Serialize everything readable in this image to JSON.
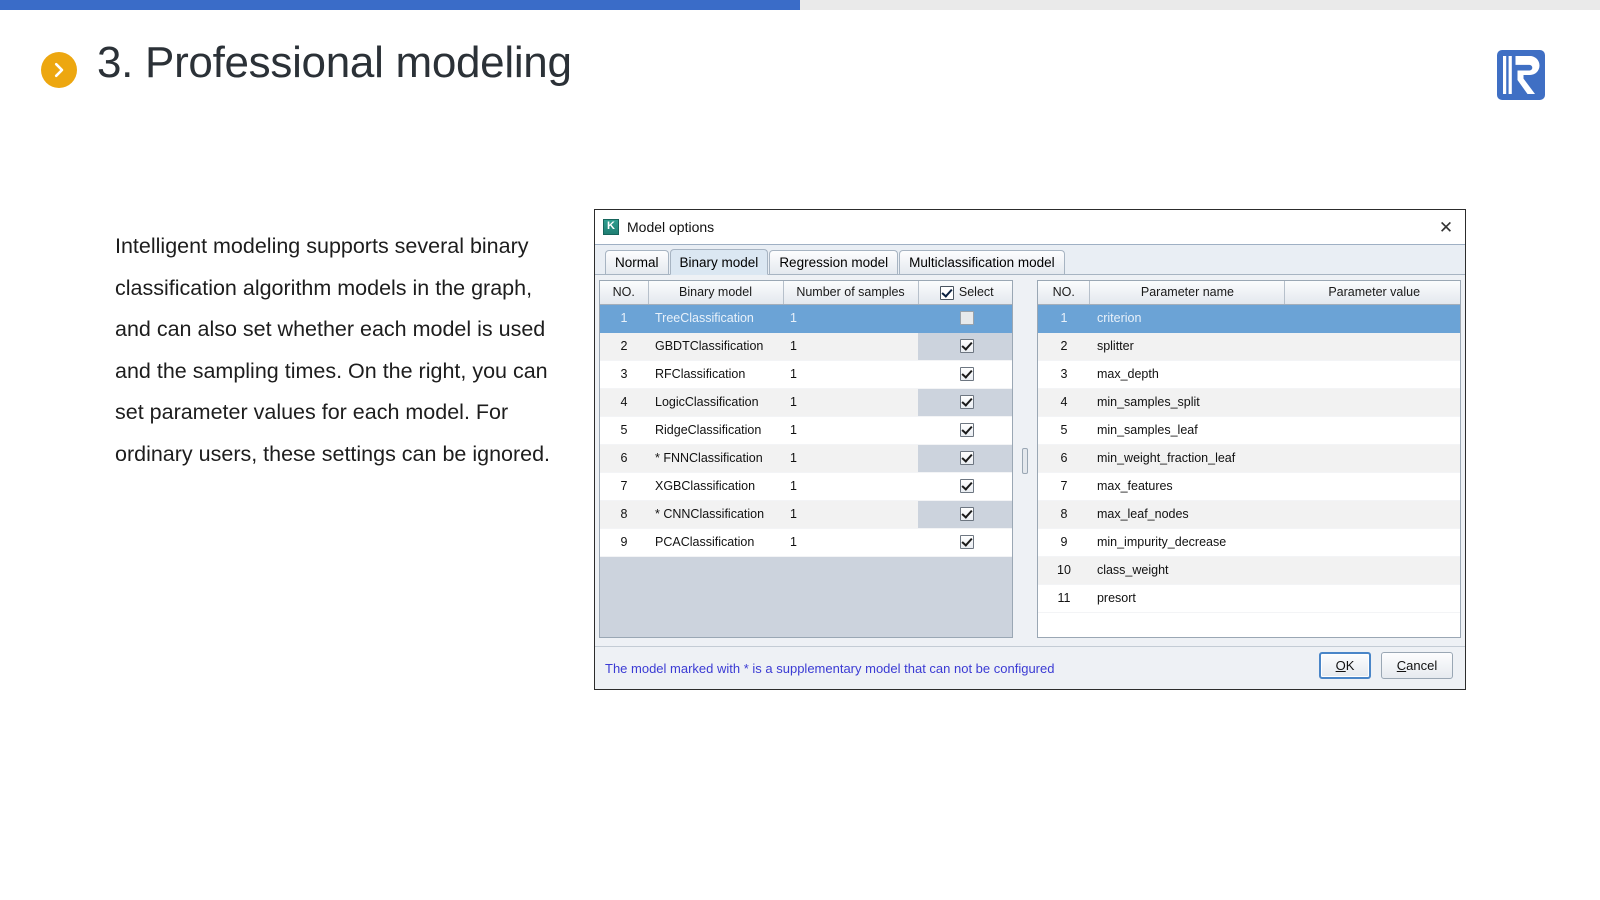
{
  "progress": {
    "percent": 50
  },
  "header": {
    "bullet_icon": "chevron-right-icon",
    "title": "3. Professional modeling",
    "logo_icon": "brand-r-logo",
    "accent_color": "#eda710",
    "brand_color": "#3a6cc8"
  },
  "body": {
    "paragraph": "Intelligent modeling supports several binary classification algorithm models in the graph, and can also set whether each model is used and the sampling times. On the right, you can set parameter values for each model. For ordinary users, these settings can be ignored."
  },
  "dialog": {
    "app_icon": "K",
    "app_icon_name": "kettle-app-icon",
    "title": "Model options",
    "close_icon": "close-icon",
    "close_glyph": "✕",
    "tabs": [
      {
        "label": "Normal",
        "active": false
      },
      {
        "label": "Binary model",
        "active": true
      },
      {
        "label": "Regression model",
        "active": false
      },
      {
        "label": "Multiclassification model",
        "active": false
      }
    ],
    "left_table": {
      "columns": [
        "NO.",
        "Binary model",
        "Number of samples",
        "Select"
      ],
      "select_header_checked": true,
      "rows": [
        {
          "no": "1",
          "model": "TreeClassification",
          "samples": "1",
          "selected": false,
          "highlighted": true
        },
        {
          "no": "2",
          "model": "GBDTClassification",
          "samples": "1",
          "selected": true,
          "highlighted": false
        },
        {
          "no": "3",
          "model": "RFClassification",
          "samples": "1",
          "selected": true,
          "highlighted": false
        },
        {
          "no": "4",
          "model": "LogicClassification",
          "samples": "1",
          "selected": true,
          "highlighted": false
        },
        {
          "no": "5",
          "model": "RidgeClassification",
          "samples": "1",
          "selected": true,
          "highlighted": false
        },
        {
          "no": "6",
          "model": "* FNNClassification",
          "samples": "1",
          "selected": true,
          "highlighted": false
        },
        {
          "no": "7",
          "model": "XGBClassification",
          "samples": "1",
          "selected": true,
          "highlighted": false
        },
        {
          "no": "8",
          "model": "* CNNClassification",
          "samples": "1",
          "selected": true,
          "highlighted": false
        },
        {
          "no": "9",
          "model": "PCAClassification",
          "samples": "1",
          "selected": true,
          "highlighted": false
        }
      ]
    },
    "right_table": {
      "columns": [
        "NO.",
        "Parameter name",
        "Parameter value"
      ],
      "rows": [
        {
          "no": "1",
          "name": "criterion",
          "value": "",
          "highlighted": true
        },
        {
          "no": "2",
          "name": "splitter",
          "value": "",
          "highlighted": false
        },
        {
          "no": "3",
          "name": "max_depth",
          "value": "",
          "highlighted": false
        },
        {
          "no": "4",
          "name": "min_samples_split",
          "value": "",
          "highlighted": false
        },
        {
          "no": "5",
          "name": "min_samples_leaf",
          "value": "",
          "highlighted": false
        },
        {
          "no": "6",
          "name": "min_weight_fraction_leaf",
          "value": "",
          "highlighted": false
        },
        {
          "no": "7",
          "name": "max_features",
          "value": "",
          "highlighted": false
        },
        {
          "no": "8",
          "name": "max_leaf_nodes",
          "value": "",
          "highlighted": false
        },
        {
          "no": "9",
          "name": "min_impurity_decrease",
          "value": "",
          "highlighted": false
        },
        {
          "no": "10",
          "name": "class_weight",
          "value": "",
          "highlighted": false
        },
        {
          "no": "11",
          "name": "presort",
          "value": "",
          "highlighted": false
        }
      ]
    },
    "footer": {
      "note": "The model marked with * is a supplementary model that can not be configured",
      "note_color": "#3b3bd4",
      "ok": {
        "mnemonic": "O",
        "rest": "K"
      },
      "cancel": {
        "mnemonic": "C",
        "rest": "ancel"
      }
    }
  }
}
